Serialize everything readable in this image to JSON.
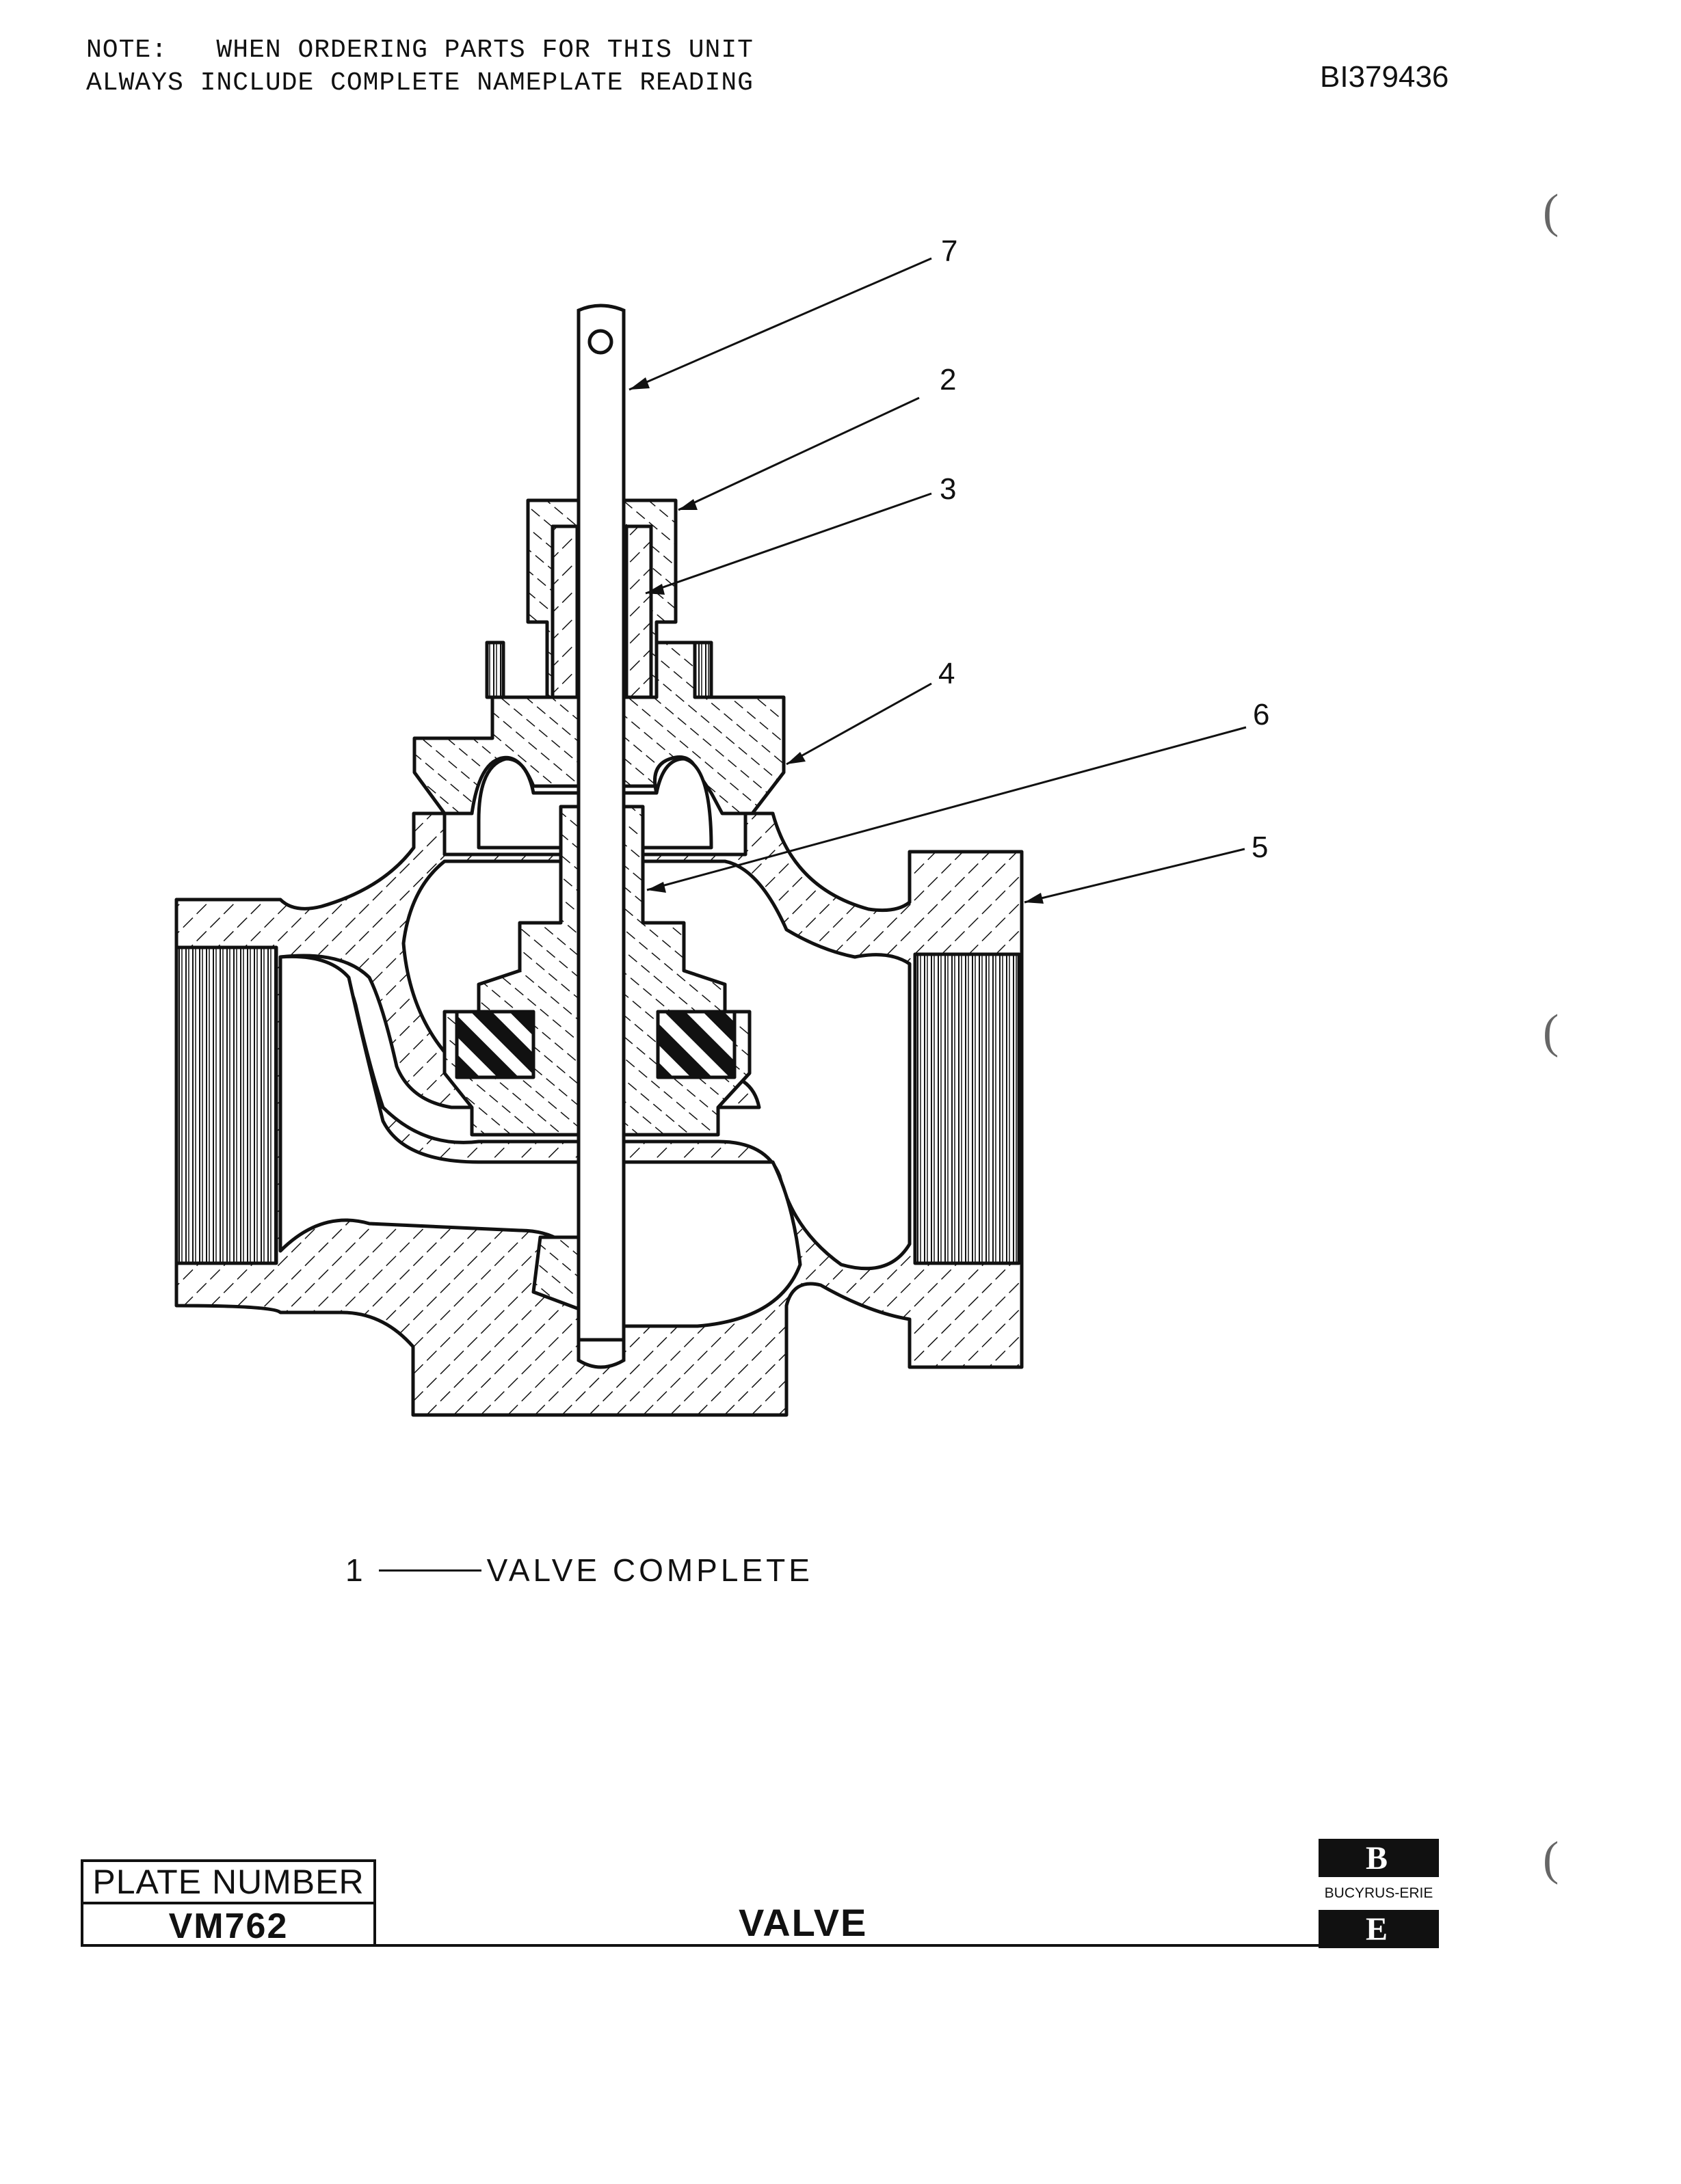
{
  "header": {
    "note_line1": "NOTE:   WHEN ORDERING PARTS FOR THIS UNIT",
    "note_line2": "ALWAYS INCLUDE COMPLETE NAMEPLATE READING",
    "document_id": "BI379436"
  },
  "diagram": {
    "callouts": [
      "7",
      "2",
      "3",
      "4",
      "6",
      "5"
    ],
    "legend_number": "1",
    "legend_text": "VALVE COMPLETE"
  },
  "footer": {
    "plate_label": "PLATE NUMBER",
    "plate_number": "VM762",
    "title": "VALVE",
    "logo_top": "B",
    "logo_brand": "BUCYRUS-ERIE",
    "logo_bottom": "E"
  },
  "colors": {
    "ink": "#111111",
    "paper": "#ffffff"
  }
}
